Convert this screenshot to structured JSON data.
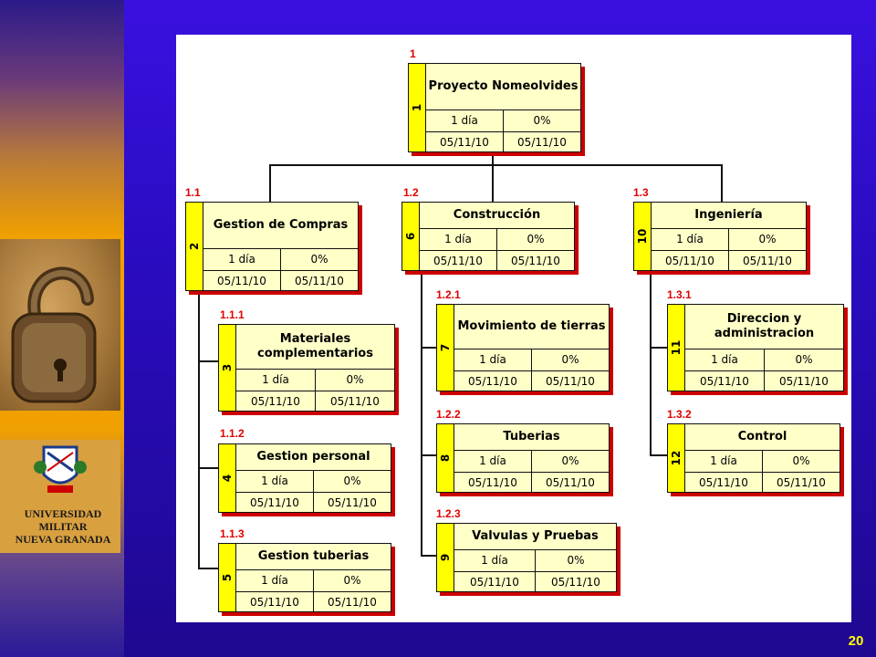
{
  "slide_number": "20",
  "logo": {
    "line1": "UNIVERSIDAD MILITAR",
    "line2": "NUEVA GRANADA"
  },
  "colors": {
    "node_fill": "#ffffc8",
    "id_strip": "#ffff00",
    "shadow": "#cc0000",
    "wbs_code": "#e00000",
    "slide_number": "#ffff00"
  },
  "nodes": [
    {
      "wbs": "1",
      "id": "1",
      "title": "Proyecto Nomeolvides",
      "duration": "1 día",
      "complete": "0%",
      "start": "05/11/10",
      "finish": "05/11/10"
    },
    {
      "wbs": "1.1",
      "id": "2",
      "title": "Gestion de Compras",
      "duration": "1 día",
      "complete": "0%",
      "start": "05/11/10",
      "finish": "05/11/10"
    },
    {
      "wbs": "1.2",
      "id": "6",
      "title": "Construcción",
      "duration": "1 día",
      "complete": "0%",
      "start": "05/11/10",
      "finish": "05/11/10"
    },
    {
      "wbs": "1.3",
      "id": "10",
      "title": "Ingeniería",
      "duration": "1 día",
      "complete": "0%",
      "start": "05/11/10",
      "finish": "05/11/10"
    },
    {
      "wbs": "1.1.1",
      "id": "3",
      "title": "Materiales complementarios",
      "duration": "1 día",
      "complete": "0%",
      "start": "05/11/10",
      "finish": "05/11/10"
    },
    {
      "wbs": "1.1.2",
      "id": "4",
      "title": "Gestion personal",
      "duration": "1 día",
      "complete": "0%",
      "start": "05/11/10",
      "finish": "05/11/10"
    },
    {
      "wbs": "1.1.3",
      "id": "5",
      "title": "Gestion tuberias",
      "duration": "1 día",
      "complete": "0%",
      "start": "05/11/10",
      "finish": "05/11/10"
    },
    {
      "wbs": "1.2.1",
      "id": "7",
      "title": "Movimiento de tierras",
      "duration": "1 día",
      "complete": "0%",
      "start": "05/11/10",
      "finish": "05/11/10"
    },
    {
      "wbs": "1.2.2",
      "id": "8",
      "title": "Tuberias",
      "duration": "1 día",
      "complete": "0%",
      "start": "05/11/10",
      "finish": "05/11/10"
    },
    {
      "wbs": "1.2.3",
      "id": "9",
      "title": "Valvulas y Pruebas",
      "duration": "1 día",
      "complete": "0%",
      "start": "05/11/10",
      "finish": "05/11/10"
    },
    {
      "wbs": "1.3.1",
      "id": "11",
      "title": "Direccion y administracion",
      "duration": "1 día",
      "complete": "0%",
      "start": "05/11/10",
      "finish": "05/11/10"
    },
    {
      "wbs": "1.3.2",
      "id": "12",
      "title": "Control",
      "duration": "1 día",
      "complete": "0%",
      "start": "05/11/10",
      "finish": "05/11/10"
    }
  ]
}
